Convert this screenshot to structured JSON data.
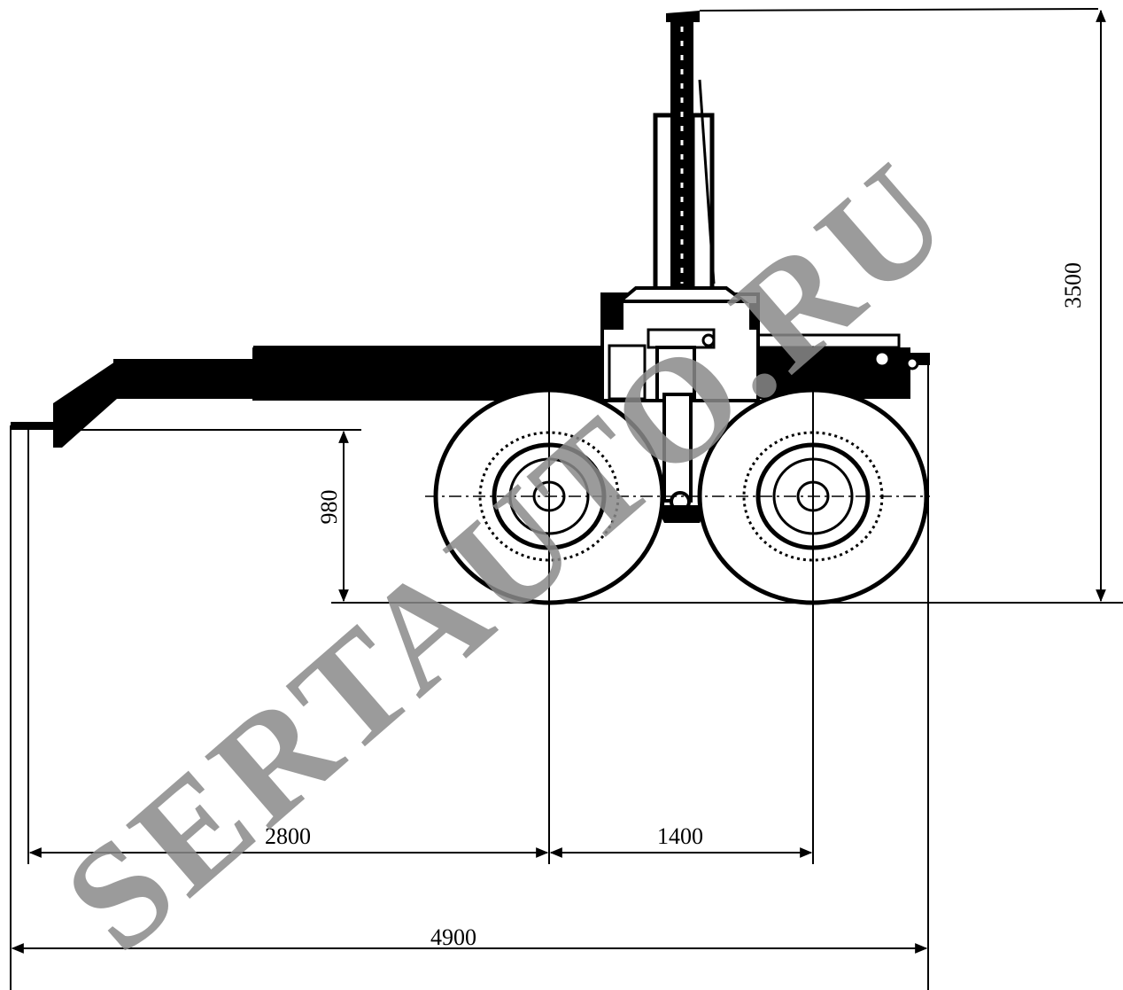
{
  "dimensions": {
    "overall_length": "4900",
    "wheelbase_to_axle": "2800",
    "axle_spacing": "1400",
    "frame_height": "980",
    "total_height": "3500"
  },
  "watermark": "SERTAUTO.RU",
  "colors": {
    "ink": "#000000",
    "watermark": "#8a8a8a",
    "background": "#ffffff"
  }
}
